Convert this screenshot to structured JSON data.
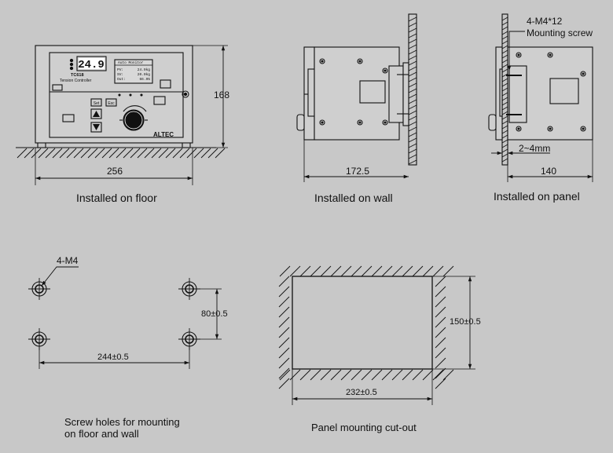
{
  "floor": {
    "caption": "Installed on floor",
    "width": "256",
    "height": "168",
    "device": {
      "display": "24.9",
      "model": "TC618",
      "model_name": "Tension Controller",
      "screen_title": "Auto Monitor",
      "screen_rows": [
        [
          "PV:",
          "24.9kg"
        ],
        [
          "SV:",
          "20.0kg"
        ],
        [
          "Out:",
          "66.9%"
        ]
      ],
      "set_key": "Set",
      "esc_key": "Esc",
      "brand": "ALTEC"
    }
  },
  "wall": {
    "caption": "Installed on wall",
    "depth": "172.5"
  },
  "panel": {
    "caption": "Installed on panel",
    "screw_spec": "4-M4*12",
    "screw_name": "Mounting screw",
    "panel_thickness": "2~4mm",
    "depth": "140"
  },
  "holes": {
    "spec": "4-M4",
    "vertical": "80±0.5",
    "horizontal": "244±0.5",
    "caption_line1": "Screw holes for mounting",
    "caption_line2": "on floor and wall"
  },
  "cutout": {
    "height": "150±0.5",
    "width": "232±0.5",
    "caption": "Panel mounting cut-out"
  }
}
